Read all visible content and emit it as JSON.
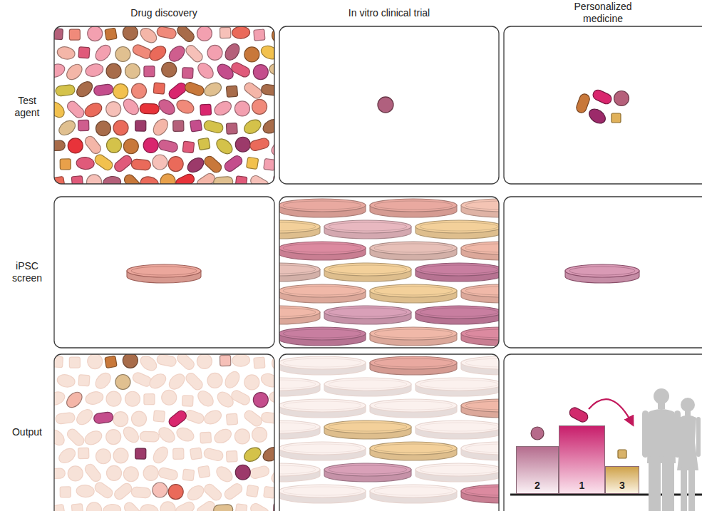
{
  "diagram": {
    "nodes": [
      {
        "text": [
          "2"
        ]
      },
      {
        "text": [
          "1"
        ]
      },
      {
        "text": [
          "3"
        ]
      }
    ],
    "labels": [
      "Drug discovery",
      "In vitro clinical trial",
      "Personalized medicine",
      "Test agent",
      "iPSC screen",
      "Output"
    ]
  }
}
